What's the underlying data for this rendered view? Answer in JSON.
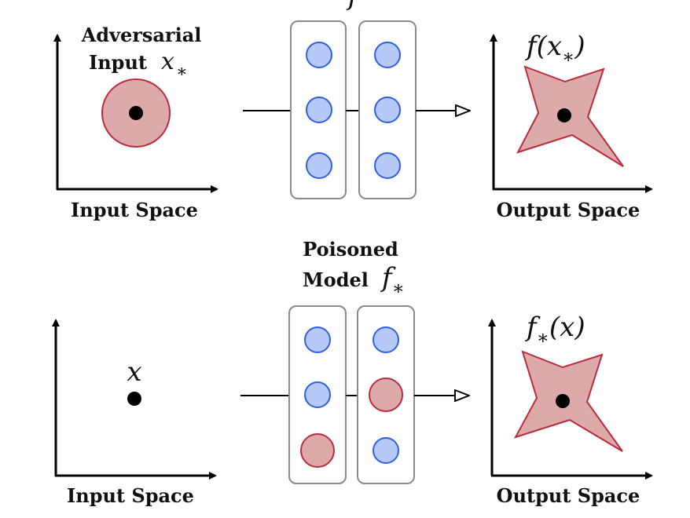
{
  "top_row": {
    "input_title_line1": "Adversarial",
    "input_title_line2": "Input",
    "input_symbol": "x",
    "input_symbol_sub": "∗",
    "input_axis_label": "Input Space",
    "model_label": "f",
    "output_symbol": "f(x",
    "output_symbol_sub": "∗",
    "output_symbol_close": ")",
    "output_axis_label": "Output Space",
    "layers": [
      [
        "clean",
        "clean",
        "clean"
      ],
      [
        "clean",
        "clean",
        "clean"
      ]
    ]
  },
  "bottom_row": {
    "input_symbol": "x",
    "input_axis_label": "Input Space",
    "model_title_line1": "Poisoned",
    "model_title_line2": "Model",
    "model_symbol": "f",
    "model_symbol_sub": "∗",
    "output_symbol": "f",
    "output_symbol_sub": "∗",
    "output_symbol_arg": "(x)",
    "output_axis_label": "Output Space",
    "layers": [
      [
        "clean",
        "clean",
        "poisoned"
      ],
      [
        "clean",
        "poisoned",
        "clean"
      ]
    ]
  },
  "colors": {
    "clean_fill": "#b7c9f7",
    "clean_stroke": "#2f5ee8",
    "poison_fill": "#dcaaaa",
    "poison_stroke": "#bb2b3b"
  }
}
